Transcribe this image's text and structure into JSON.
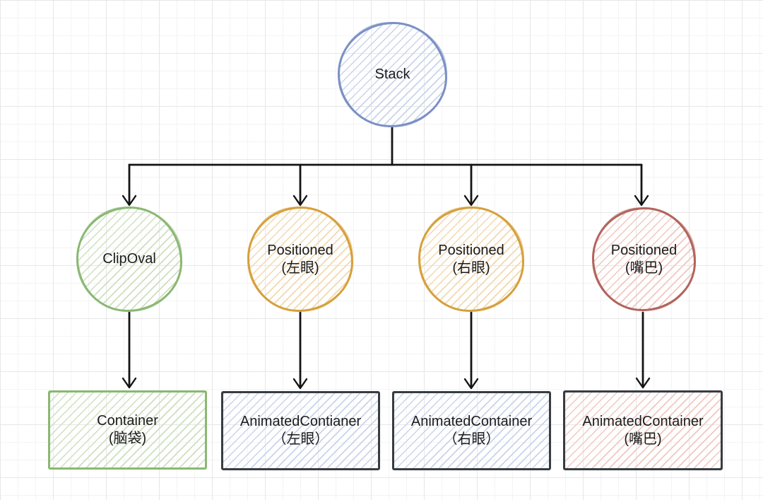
{
  "diagram": {
    "type": "flutter-widget-tree",
    "nodes": {
      "stack": {
        "label": "Stack",
        "shape": "circle",
        "color": "blue"
      },
      "clipoval": {
        "label": "ClipOval",
        "shape": "circle",
        "color": "green"
      },
      "positioned_left_eye": {
        "label": "Positioned",
        "sublabel": "(左眼)",
        "shape": "circle",
        "color": "orange"
      },
      "positioned_right_eye": {
        "label": "Positioned",
        "sublabel": "(右眼)",
        "shape": "circle",
        "color": "orange"
      },
      "positioned_mouth": {
        "label": "Positioned",
        "sublabel": "(嘴巴)",
        "shape": "circle",
        "color": "red"
      },
      "container_head": {
        "label": "Container",
        "sublabel": "(脑袋)",
        "shape": "rectangle",
        "color": "green"
      },
      "animated_contianer_left_eye": {
        "label": "AnimatedContianer",
        "sublabel": "（左眼）",
        "shape": "rectangle",
        "color": "dark-blue"
      },
      "animated_container_right_eye": {
        "label": "AnimatedContainer",
        "sublabel": "（右眼）",
        "shape": "rectangle",
        "color": "dark-blue"
      },
      "animated_container_mouth": {
        "label": "AnimatedContainer",
        "sublabel": "(嘴巴)",
        "shape": "rectangle",
        "color": "dark-red"
      }
    },
    "edges": [
      {
        "from": "Stack",
        "to": "ClipOval"
      },
      {
        "from": "Stack",
        "to": "Positioned (左眼)"
      },
      {
        "from": "Stack",
        "to": "Positioned (右眼)"
      },
      {
        "from": "Stack",
        "to": "Positioned (嘴巴)"
      },
      {
        "from": "ClipOval",
        "to": "Container (脑袋)"
      },
      {
        "from": "Positioned (左眼)",
        "to": "AnimatedContianer（左眼）"
      },
      {
        "from": "Positioned (右眼)",
        "to": "AnimatedContainer（右眼）"
      },
      {
        "from": "Positioned (嘴巴)",
        "to": "AnimatedContainer (嘴巴)"
      }
    ],
    "colors": {
      "stroke_blue": "#7b90c4",
      "stroke_green": "#8ab872",
      "stroke_orange": "#d6a03c",
      "stroke_red": "#b2645c",
      "stroke_dark": "#363c42",
      "hatch_blue": "#c9d4ea",
      "hatch_green": "#cde0bf",
      "hatch_orange": "#f2d9ae",
      "hatch_red": "#f0c8c1",
      "arrow": "#141414",
      "grid_major": "#e7e7e7",
      "grid_minor": "#f4f4f4"
    }
  }
}
